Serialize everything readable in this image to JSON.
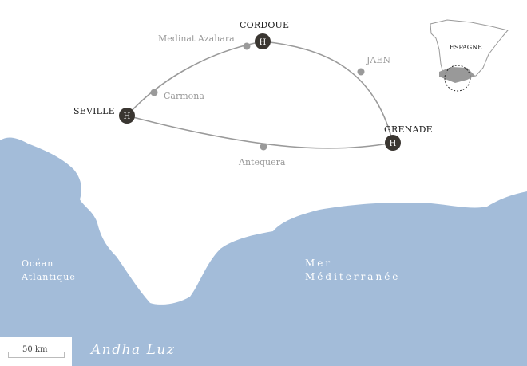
{
  "cities": {
    "seville": "SEVILLE",
    "cordoue": "CORDOUE",
    "grenade": "GRENADE"
  },
  "hotel_marker": "H",
  "stops": {
    "medinat": "Medinat Azahara",
    "carmona": "Carmona",
    "jaen": "JAEN",
    "antequera": "Antequera"
  },
  "seas": {
    "ocean_line1": "Océan",
    "ocean_line2": "Atlantique",
    "sea_line1": "Mer",
    "sea_line2": "Méditerranée"
  },
  "inset": {
    "country": "ESPAGNE"
  },
  "scale": {
    "label": "50 km"
  },
  "brand": "Andha Luz",
  "colors": {
    "sea": "#a3bcd9",
    "route": "#9a9a9a",
    "marker": "#3a3631",
    "land": "#ffffff"
  }
}
